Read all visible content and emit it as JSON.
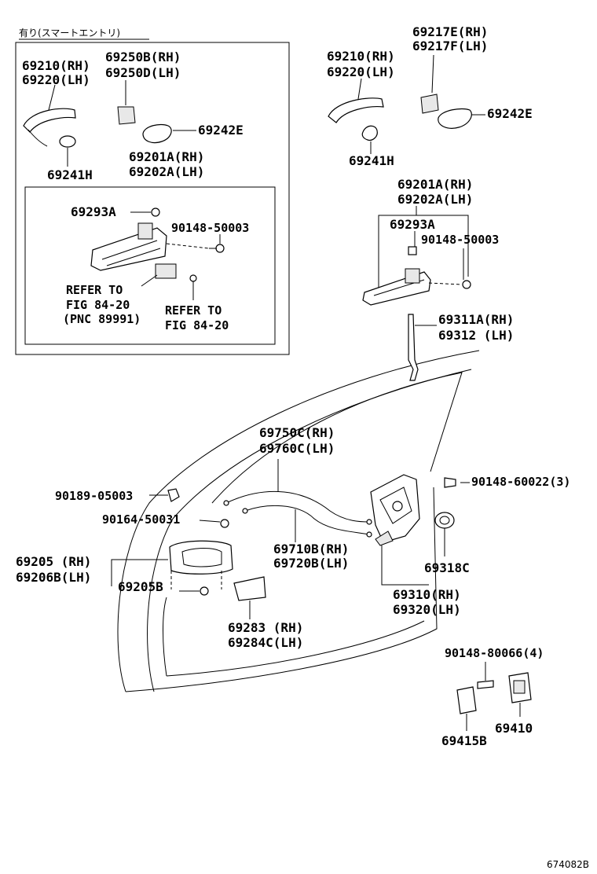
{
  "smart_entry_note": "有り(スマートエントリ)",
  "labels": {
    "a1": "69210(RH)",
    "a2": "69220(LH)",
    "a3": "69250B(RH)",
    "a4": "69250D(LH)",
    "a5": "69242E",
    "a6": "69241H",
    "a7": "69201A(RH)",
    "a8": "69202A(LH)",
    "a9": "69293A",
    "a10": "90148-50003",
    "a11": "REFER TO",
    "a12": "FIG 84-20",
    "a13": "(PNC 89991)",
    "a14": "REFER TO",
    "a15": "FIG 84-20",
    "b1": "69217E(RH)",
    "b2": "69217F(LH)",
    "b3": "69210(RH)",
    "b4": "69220(LH)",
    "b5": "69242E",
    "b6": "69241H",
    "b7": "69201A(RH)",
    "b8": "69202A(LH)",
    "b9": "69293A",
    "b10": "90148-50003",
    "c1": "69311A(RH)",
    "c2": "69312  (LH)",
    "c3": "69750C(RH)",
    "c4": "69760C(LH)",
    "c5": "90189-05003",
    "c6": "90148-60022(3)",
    "c7": "90164-50031",
    "c8": "69205  (RH)",
    "c9": "69206B(LH)",
    "c10": "69710B(RH)",
    "c11": "69720B(LH)",
    "c12": "69318C",
    "c13": "69205B",
    "c14": "69310(RH)",
    "c15": "69320(LH)",
    "c16": "69283  (RH)",
    "c17": "69284C(LH)",
    "d1": "90148-80066(4)",
    "d2": "69410",
    "d3": "69415B"
  },
  "figure_id": "674082B"
}
